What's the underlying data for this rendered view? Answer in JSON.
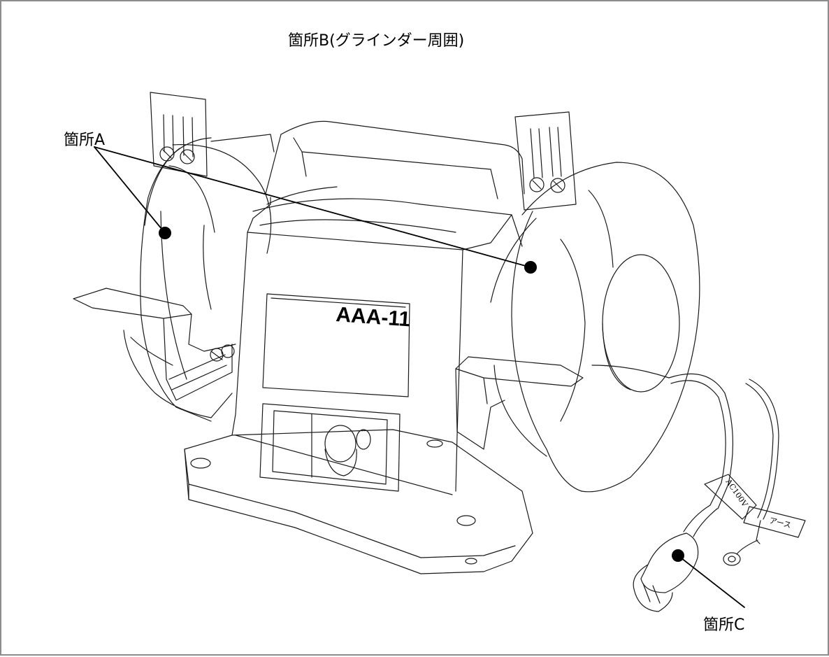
{
  "title": "箇所B(グラインダー周囲)",
  "labels": {
    "a": "箇所A",
    "c": "箇所C"
  },
  "machine": {
    "model_plate": "AAA-11",
    "cord_tag": "AC100V",
    "earth_tag": "アース"
  },
  "colors": {
    "outline": "#1a1a1a",
    "marker": "#000000",
    "border": "#8c8c8c"
  }
}
